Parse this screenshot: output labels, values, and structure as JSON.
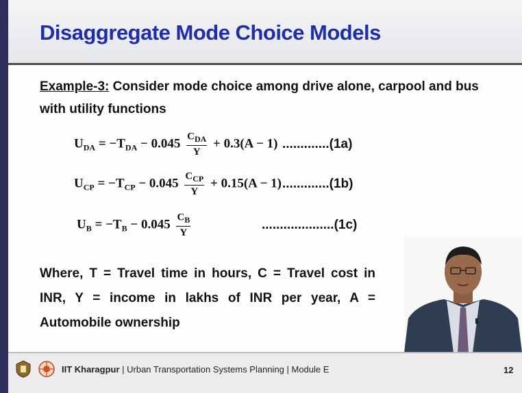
{
  "slide": {
    "title": "Disaggregate Mode Choice Models",
    "example_label": "Example-3:",
    "example_text_line1": " Consider mode choice among drive alone, carpool and bus",
    "example_text_line2": "with utility functions",
    "equations": [
      {
        "lhs": "U",
        "lhs_sub": "DA",
        "t": "T",
        "t_sub": "DA",
        "coef": "0.045",
        "num": "C",
        "num_sub": "DA",
        "den": "Y",
        "tail": "+ 0.3(A − 1)",
        "tag": ".............(1a)"
      },
      {
        "lhs": "U",
        "lhs_sub": "CP",
        "t": "T",
        "t_sub": "CP",
        "coef": "0.045",
        "num": "C",
        "num_sub": "CP",
        "den": "Y",
        "tail": "+ 0.15(A − 1)",
        "tag": ".............(1b)"
      },
      {
        "lhs": "U",
        "lhs_sub": "B",
        "t": "T",
        "t_sub": "B",
        "coef": "0.045",
        "num": "C",
        "num_sub": "B",
        "den": "Y",
        "tail": "",
        "tag": "....................(1c)"
      }
    ],
    "where_text": "Where, T = Travel time in hours, C = Travel cost in INR, Y = income in lakhs of INR per year, A = Automobile ownership"
  },
  "footer": {
    "institute": "IIT Kharagpur",
    "course_text": " | Urban Transportation Systems Planning | Module E",
    "page_number": "12"
  },
  "colors": {
    "title": "#1f2ea8",
    "left_rule": "#2b2f5a"
  }
}
